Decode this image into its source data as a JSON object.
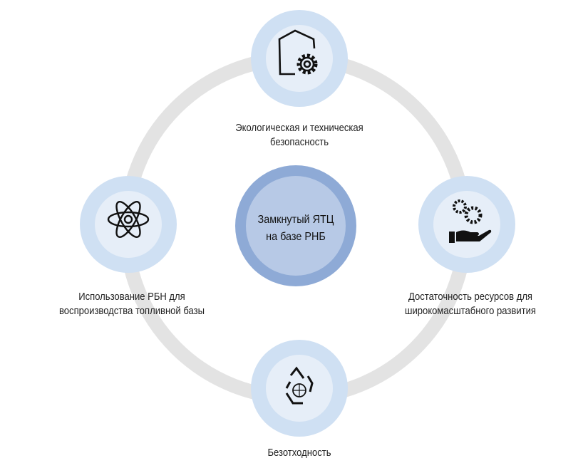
{
  "center": {
    "line1": "Замкнутый ЯТЦ",
    "line2": "на базе РНБ"
  },
  "nodes": {
    "top": {
      "icon": "shield-gear-icon",
      "line1": "Экологическая и техническая",
      "line2": "безопасность"
    },
    "right": {
      "icon": "hand-gears-icon",
      "line1": "Достаточность ресурсов для",
      "line2": "широкомасштабного развития"
    },
    "bottom": {
      "icon": "recycle-globe-icon",
      "line1": "Безотходность"
    },
    "left": {
      "icon": "atom-icon",
      "line1": "Использование РБН для",
      "line2": "воспроизводства топливной базы"
    }
  },
  "colors": {
    "ring": "#e3e3e3",
    "node_outer": "#cfe0f3",
    "node_inner": "#e6eef8",
    "center_outer": "#8eaad6",
    "center_inner": "#b7c9e6"
  }
}
